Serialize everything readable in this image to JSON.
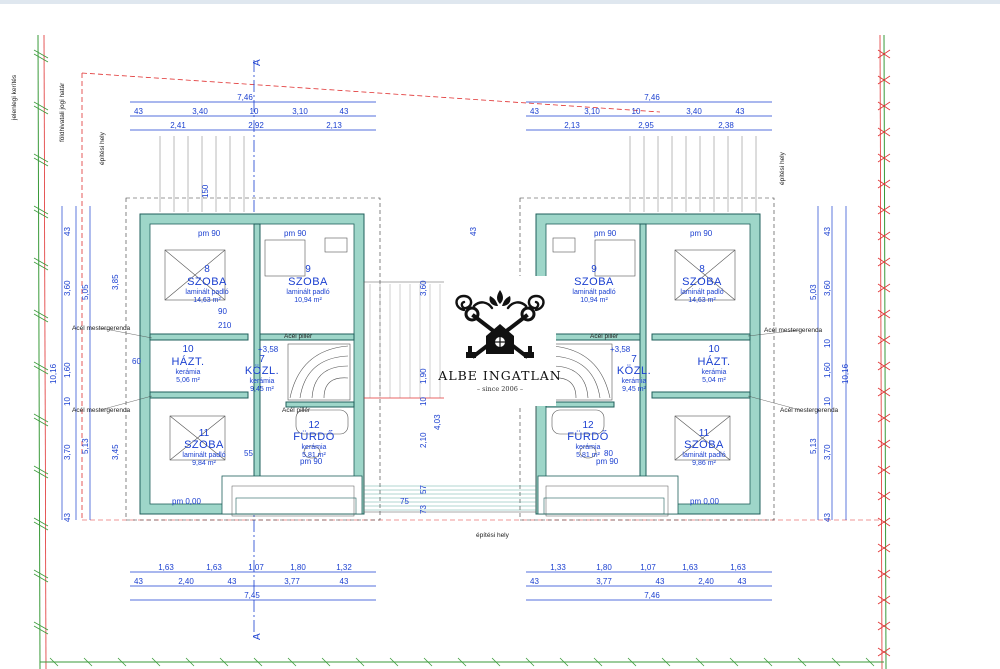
{
  "section_marker": "A",
  "site_labels": {
    "left_vertical": [
      "jelenlegi kerítés",
      "földhivatali jogi határ",
      "építési hely"
    ],
    "right_vertical": "építési hely",
    "bottom": "építési hely"
  },
  "left_unit": {
    "top_dims": {
      "total": "7,46",
      "row1": [
        "43",
        "3,40",
        "10",
        "3,10",
        "43"
      ],
      "row2": [
        "2,41",
        "2,92",
        "2,13"
      ]
    },
    "bottom_dims": {
      "row1": [
        "1,63",
        "1,63",
        "1,07",
        "1,80",
        "1,32"
      ],
      "row2": [
        "43",
        "2,40",
        "43",
        "3,77",
        "43"
      ],
      "total": "7,45"
    },
    "left_dims": [
      "43",
      "3,60",
      "5,05",
      "3,85",
      "10,16",
      "1,60",
      "10",
      "3,70",
      "5,13",
      "3,45",
      "43"
    ],
    "rooms": [
      {
        "num": "8",
        "name": "SZOBA",
        "finish": "laminált padló",
        "area": "14,63 m²"
      },
      {
        "num": "9",
        "name": "SZOBA",
        "finish": "laminált padló",
        "area": "10,94 m²"
      },
      {
        "num": "10",
        "name": "HÁZT.",
        "finish": "kerámia",
        "area": "5,06 m²"
      },
      {
        "num": "7",
        "name": "KÖZL.",
        "finish": "kerámia",
        "area": "9,45 m²"
      },
      {
        "num": "11",
        "name": "SZOBA",
        "finish": "laminált padló",
        "area": "9,84 m²"
      },
      {
        "num": "12",
        "name": "FÜRDŐ",
        "finish": "kerámia",
        "area": "5,81 m²"
      }
    ],
    "notes": [
      "Acél mestergerenda",
      "Acél mestergerenda",
      "Acél pillér",
      "Acél pillér",
      "+3,58"
    ]
  },
  "right_unit": {
    "top_dims": {
      "total": "7,46",
      "row1": [
        "43",
        "3,10",
        "10",
        "3,40",
        "43"
      ],
      "row2": [
        "2,13",
        "2,95",
        "2,38"
      ]
    },
    "bottom_dims": {
      "row1": [
        "1,33",
        "1,80",
        "1,07",
        "1,63",
        "1,63"
      ],
      "row2": [
        "43",
        "3,77",
        "43",
        "2,40",
        "43"
      ],
      "total": "7,46"
    },
    "right_dims": [
      "43",
      "5,03",
      "3,60",
      "10,16",
      "10",
      "1,60",
      "10",
      "5,13",
      "3,70",
      "43"
    ],
    "rooms": [
      {
        "num": "9",
        "name": "SZOBA",
        "finish": "laminált padló",
        "area": "10,94 m²"
      },
      {
        "num": "8",
        "name": "SZOBA",
        "finish": "laminált padló",
        "area": "14,63 m²"
      },
      {
        "num": "7",
        "name": "KÖZL.",
        "finish": "kerámia",
        "area": "9,45 m²"
      },
      {
        "num": "10",
        "name": "HÁZT.",
        "finish": "kerámia",
        "area": "5,04 m²"
      },
      {
        "num": "12",
        "name": "FÜRDŐ",
        "finish": "kerámia",
        "area": "5,81 m²"
      },
      {
        "num": "11",
        "name": "SZOBA",
        "finish": "laminált padló",
        "area": "9,86 m²"
      }
    ],
    "notes": [
      "Acél mestergerenda",
      "Acél mestergerenda",
      "Acél pillér",
      "+3,58"
    ]
  },
  "misc_dims": {
    "door_labels": [
      "pm 90",
      "pm 90",
      "pm 90",
      "pm 90",
      "pm 90",
      "pm 90",
      "pm 0,00",
      "pm 0,00"
    ],
    "opening_heights": [
      "90",
      "210",
      "60",
      "150",
      "80",
      "55",
      "75"
    ],
    "center_vertical": [
      "43",
      "3,60",
      "1,90",
      "4,03",
      "2,10",
      "10",
      "57",
      "73"
    ]
  },
  "brand": {
    "name": "ALBE INGATLAN",
    "since": "since 2006"
  },
  "colors": {
    "dimension": "#1a3fd0",
    "wall": "#1f5f5b",
    "wall_fill": "#9ed6c9",
    "boundary_red": "#e03030",
    "boundary_green": "#3a9a3a"
  }
}
